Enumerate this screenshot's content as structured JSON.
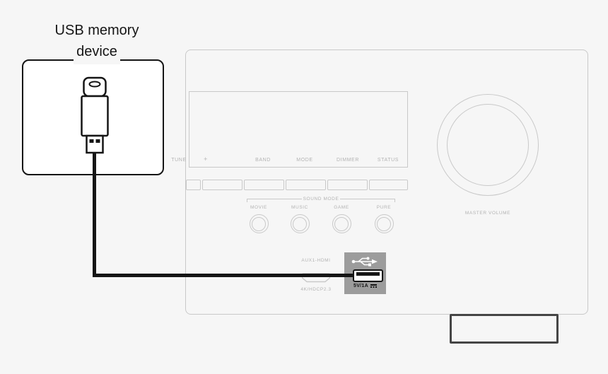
{
  "callout": {
    "line1": "USB memory",
    "line2": "device"
  },
  "receiver": {
    "button_labels": [
      "TUNE",
      "+",
      "BAND",
      "MODE",
      "DIMMER",
      "STATUS"
    ],
    "sound_mode_title": "SOUND MODE",
    "knob_labels": [
      "MOVIE",
      "MUSIC",
      "GAME",
      "PURE"
    ],
    "master_volume_label": "MASTER VOLUME",
    "aux_hdmi_label": "AUX1-HDMI",
    "hdcp_label": "4K/HDCP2.3",
    "usb_power_label": "5V/1A"
  },
  "icons": {
    "usb_plug": "usb-trident-icon",
    "dc_power": "dc-symbol-icon",
    "usb_device": "usb-flash-drive",
    "hdmi": "hdmi-port"
  },
  "colors": {
    "background": "#f6f6f6",
    "white": "#ffffff",
    "panel_line": "#c9c9c9",
    "panel_text": "#b3b3b3",
    "ink": "#151515",
    "usb_bg": "#9c9c9c",
    "foot_line": "#454545"
  }
}
